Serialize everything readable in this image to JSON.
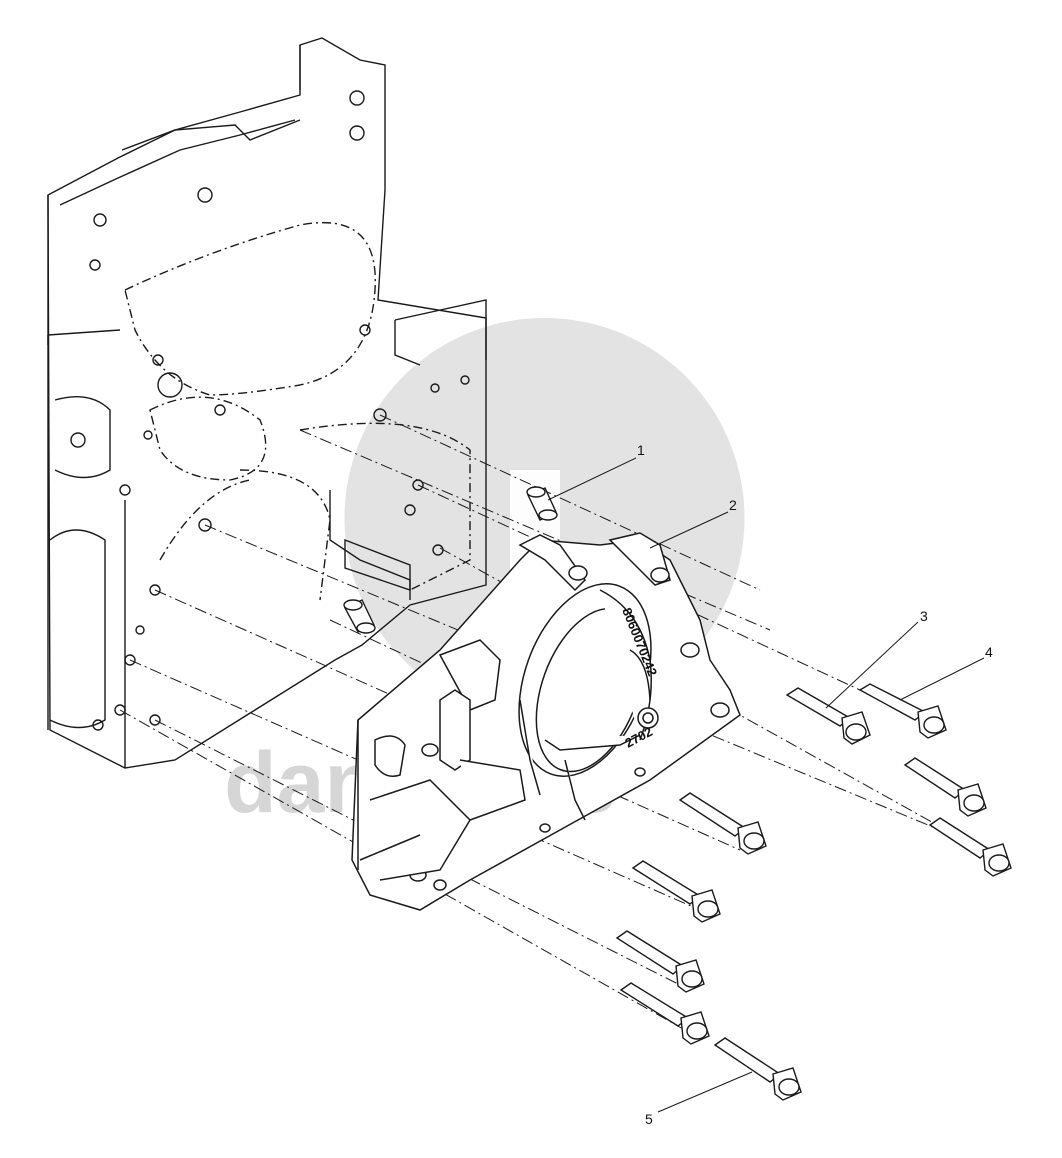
{
  "watermark": {
    "text": "dan-parts",
    "color": "#d6d6d6"
  },
  "callouts": [
    {
      "id": "1",
      "label": "1"
    },
    {
      "id": "2",
      "label": "2"
    },
    {
      "id": "3",
      "label": "3"
    },
    {
      "id": "4",
      "label": "4"
    },
    {
      "id": "5",
      "label": "5"
    }
  ],
  "part_markings": {
    "cover_code": "8060070242",
    "cover_number": "2702"
  },
  "colors": {
    "line": "#1a1a1a",
    "background": "#ffffff"
  }
}
